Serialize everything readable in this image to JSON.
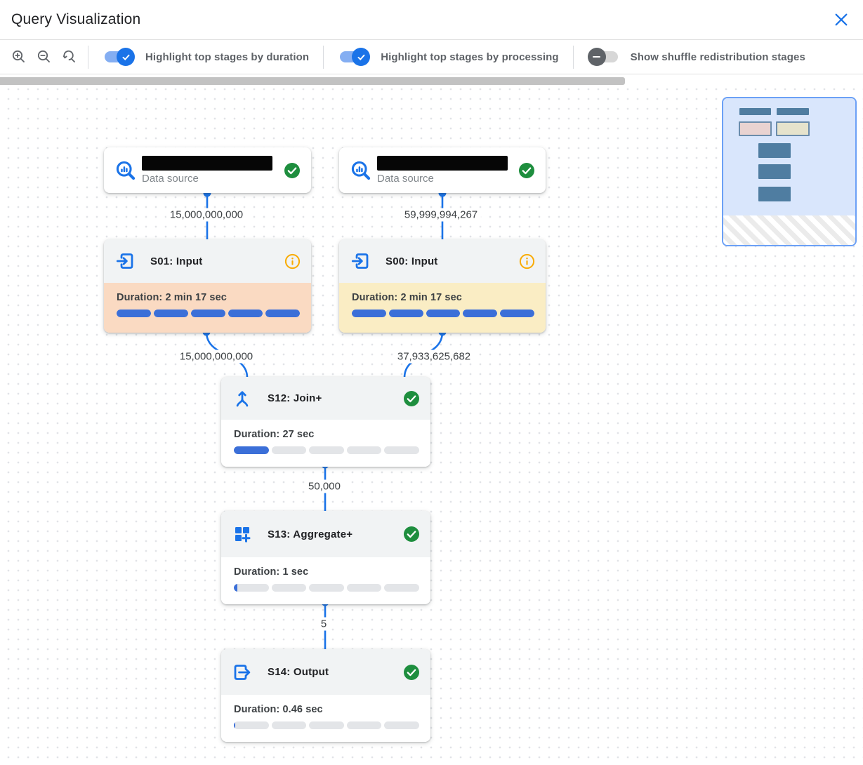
{
  "dialog": {
    "title": "Query Visualization"
  },
  "toolbar": {
    "zoom_controls": [
      "zoom-in",
      "zoom-out",
      "zoom-reset"
    ],
    "toggles": [
      {
        "label": "Highlight top stages by duration",
        "state": "on"
      },
      {
        "label": "Highlight top stages by processing",
        "state": "on"
      },
      {
        "label": "Show shuffle redistribution stages",
        "state": "off"
      }
    ]
  },
  "graph": {
    "data_sources": [
      {
        "type_label": "Data source",
        "name_redacted": true,
        "status": "completed",
        "rows_out": "15,000,000,000"
      },
      {
        "type_label": "Data source",
        "name_redacted": true,
        "status": "completed",
        "rows_out": "59,999,994,267"
      }
    ],
    "stages": [
      {
        "title": "S01: Input",
        "duration_label": "Duration: 2 min 17 sec",
        "progress_percent": 100,
        "status": "info",
        "highlight": "top-by-duration",
        "rows_out": "15,000,000,000"
      },
      {
        "title": "S00: Input",
        "duration_label": "Duration: 2 min 17 sec",
        "progress_percent": 100,
        "status": "info",
        "highlight": "top-by-processing",
        "rows_out": "37,933,625,682"
      },
      {
        "title": "S12: Join+",
        "duration_label": "Duration: 27 sec",
        "progress_percent": 20,
        "status": "completed",
        "highlight": "none",
        "rows_out": "50,000"
      },
      {
        "title": "S13: Aggregate+",
        "duration_label": "Duration: 1 sec",
        "progress_percent": 2,
        "status": "completed",
        "highlight": "none",
        "rows_out": "5"
      },
      {
        "title": "S14: Output",
        "duration_label": "Duration: 0.46 sec",
        "progress_percent": 1,
        "status": "completed",
        "highlight": "none",
        "rows_out": ""
      }
    ]
  },
  "colors": {
    "accent_blue": "#1a73e8",
    "bar_fill_blue": "#3b6fd8",
    "duration_highlight": "#fadac2",
    "processing_highlight": "#faedc4",
    "success_green": "#1e8e3e",
    "info_orange": "#f9ab00"
  }
}
